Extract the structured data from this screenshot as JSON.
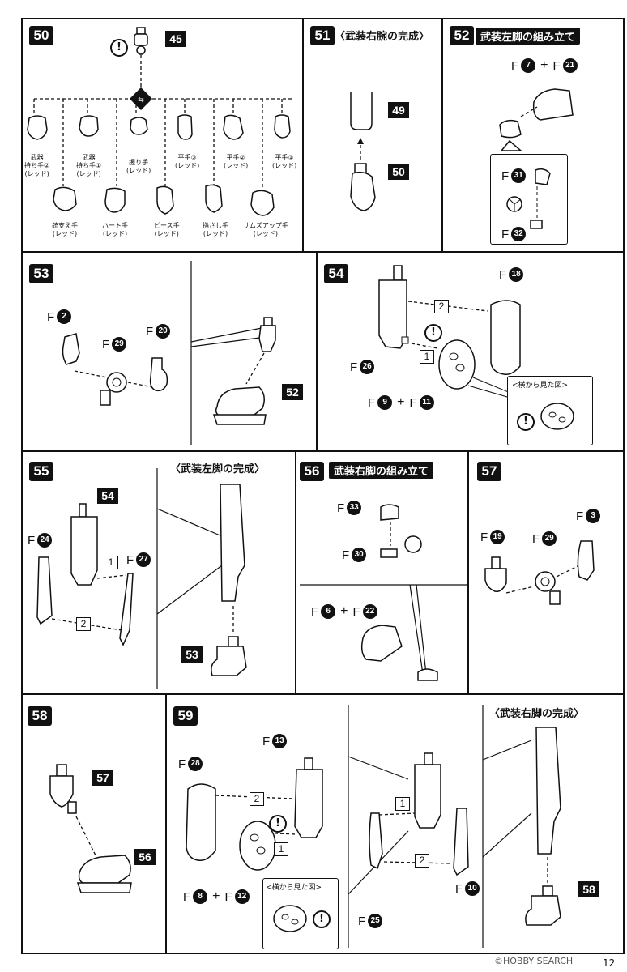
{
  "steps": {
    "s50": {
      "number": "50",
      "ref_top": "45",
      "hands": [
        {
          "label": "武器\n持ち手②",
          "sub": "(レッド)"
        },
        {
          "label": "武器\n持ち手①",
          "sub": "(レッド)"
        },
        {
          "label": "握り手",
          "sub": "(レッド)"
        },
        {
          "label": "平手③",
          "sub": "(レッド)"
        },
        {
          "label": "平手②",
          "sub": "(レッド)"
        },
        {
          "label": "平手①",
          "sub": "(レッド)"
        },
        {
          "label": "銃支え手",
          "sub": "(レッド)"
        },
        {
          "label": "ハート手",
          "sub": "(レッド)"
        },
        {
          "label": "ピース手",
          "sub": "(レッド)"
        },
        {
          "label": "指さし手",
          "sub": "(レッド)"
        },
        {
          "label": "サムズアップ手",
          "sub": "(レッド)"
        }
      ]
    },
    "s51": {
      "number": "51",
      "title": "〈武装右腕の完成〉",
      "ref_a": "49",
      "ref_b": "50"
    },
    "s52": {
      "number": "52",
      "title": "武装左脚の組み立て",
      "f_a": "7",
      "f_b": "21",
      "f_c": "31",
      "f_d": "32"
    },
    "s53": {
      "number": "53",
      "f_a": "2",
      "f_b": "29",
      "f_c": "20",
      "ref": "52"
    },
    "s54": {
      "number": "54",
      "f_a": "18",
      "f_b": "26",
      "f_c": "9",
      "f_d": "11",
      "n1": "1",
      "n2": "2",
      "side_view": "<横から見た図>"
    },
    "s55": {
      "number": "55",
      "title": "〈武装左脚の完成〉",
      "ref_a": "54",
      "ref_b": "53",
      "f_a": "24",
      "f_b": "27",
      "n1": "1",
      "n2": "2"
    },
    "s56": {
      "number": "56",
      "title": "武装右脚の組み立て",
      "f_a": "33",
      "f_b": "30",
      "f_c": "6",
      "f_d": "22"
    },
    "s57": {
      "number": "57",
      "f_a": "19",
      "f_b": "29",
      "f_c": "3"
    },
    "s58": {
      "number": "58",
      "ref_a": "57",
      "ref_b": "56"
    },
    "s59": {
      "number": "59",
      "title": "〈武装右脚の完成〉",
      "f_a": "28",
      "f_b": "13",
      "f_c": "8",
      "f_d": "12",
      "f_e": "25",
      "f_f": "10",
      "ref": "58",
      "n1": "1",
      "n2": "2",
      "side_view": "<横から見た図>"
    }
  },
  "common": {
    "f": "F",
    "plus": "+",
    "warn": "!"
  },
  "footer": {
    "watermark": "©HOBBY SEARCH",
    "page": "12"
  }
}
